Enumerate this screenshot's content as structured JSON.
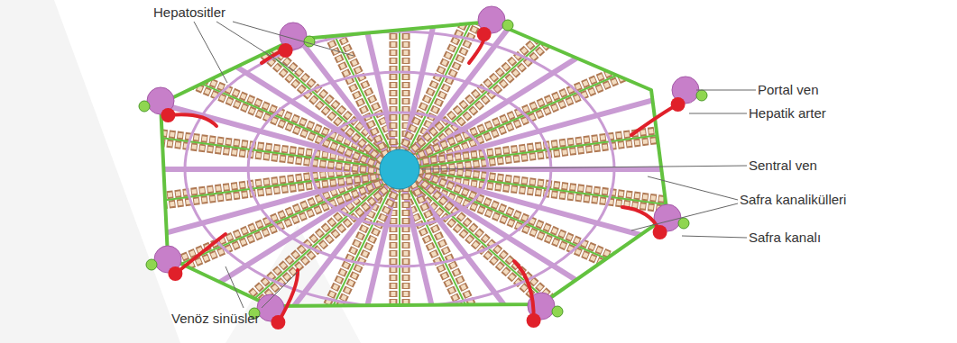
{
  "diagram": {
    "labels": [
      "Hepatositler",
      "Portal ven",
      "Hepatik arter",
      "Sentral ven",
      "Safra kanalikülleri",
      "Safra kanalı",
      "Venöz sinüsler"
    ]
  }
}
